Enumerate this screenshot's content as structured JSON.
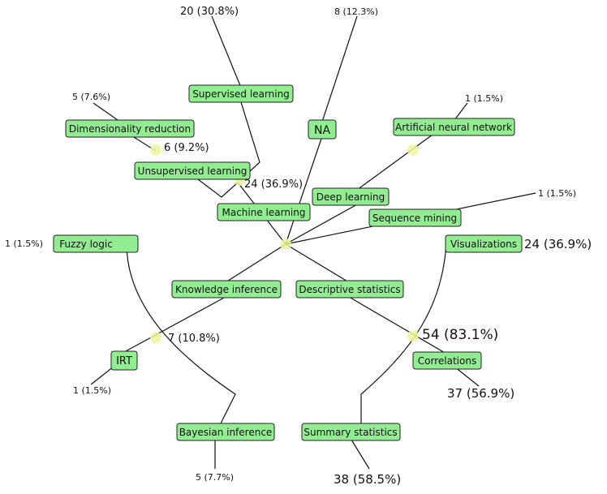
{
  "nodes": {
    "supervised_learning": "Supervised learning",
    "dimensionality_reduction": "Dimensionality reduction",
    "unsupervised_learning": "Unsupervised learning",
    "machine_learning": "Machine learning",
    "na": "NA",
    "artificial_neural_network": "Artificial neural network",
    "deep_learning": "Deep learning",
    "sequence_mining": "Sequence mining",
    "fuzzy_logic": "Fuzzy logic",
    "visualizations": "Visualizations",
    "knowledge_inference": "Knowledge inference",
    "descriptive_statistics": "Descriptive statistics",
    "irt": "IRT",
    "correlations": "Correlations",
    "bayesian_inference": "Bayesian inference",
    "summary_statistics": "Summary statistics"
  },
  "counts": {
    "supervised_learning": "20 (30.8%)",
    "na": "8 (12.3%)",
    "dimensionality_reduction": "5 (7.6%)",
    "artificial_neural_network": "1 (1.5%)",
    "unsupervised_learning_branch": "6 (9.2%)",
    "machine_learning": "24 (36.9%)",
    "sequence_mining": "1 (1.5%)",
    "fuzzy_logic": "1 (1.5%)",
    "visualizations": "24 (36.9%)",
    "knowledge_inference_branch": "7 (10.8%)",
    "descriptive_statistics_branch": "54 (83.1%)",
    "irt": "1 (1.5%)",
    "correlations": "37 (56.9%)",
    "bayesian_inference": "5 (7.7%)",
    "summary_statistics": "38 (58.5%)"
  },
  "colors": {
    "node_fill": "#90ee90",
    "junction_fill": "#eef5a0"
  }
}
